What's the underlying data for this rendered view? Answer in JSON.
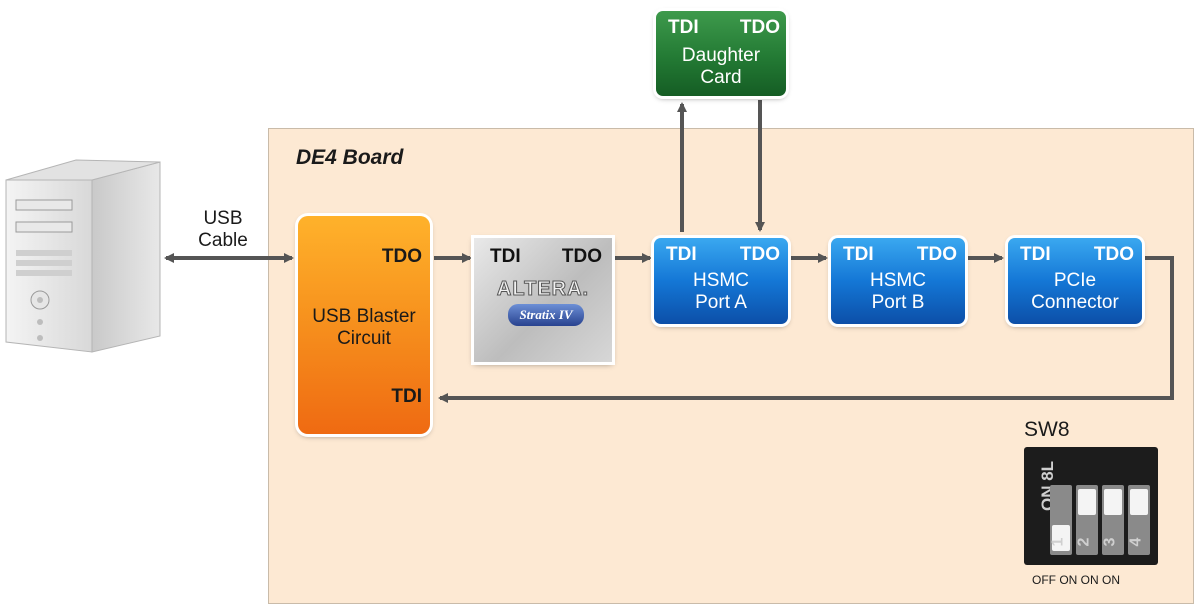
{
  "board": {
    "title": "DE4 Board"
  },
  "usb": {
    "line1": "USB",
    "line2": "Cable"
  },
  "usb_blaster": {
    "tdo": "TDO",
    "tdi": "TDI",
    "name_line1": "USB Blaster",
    "name_line2": "Circuit"
  },
  "fpga": {
    "tdi": "TDI",
    "tdo": "TDO",
    "logo": "ALTERA.",
    "family": "Stratix IV"
  },
  "daughter_card": {
    "tdi": "TDI",
    "tdo": "TDO",
    "name_line1": "Daughter",
    "name_line2": "Card"
  },
  "hsmc_a": {
    "tdi": "TDI",
    "tdo": "TDO",
    "name_line1": "HSMC",
    "name_line2": "Port A"
  },
  "hsmc_b": {
    "tdi": "TDI",
    "tdo": "TDO",
    "name_line1": "HSMC",
    "name_line2": "Port B"
  },
  "pcie": {
    "tdi": "TDI",
    "tdo": "TDO",
    "name_line1": "PCIe",
    "name_line2": "Connector"
  },
  "switch": {
    "label": "SW8",
    "marking": "ON 8L",
    "numbers": [
      "1",
      "2",
      "3",
      "4"
    ],
    "states_text": "OFF ON ON ON"
  },
  "colors": {
    "board_bg": "#fde9d3",
    "blaster": "#f7931e",
    "blue_box": "#1477d6",
    "green_box": "#237a34",
    "arrow": "#555555"
  }
}
